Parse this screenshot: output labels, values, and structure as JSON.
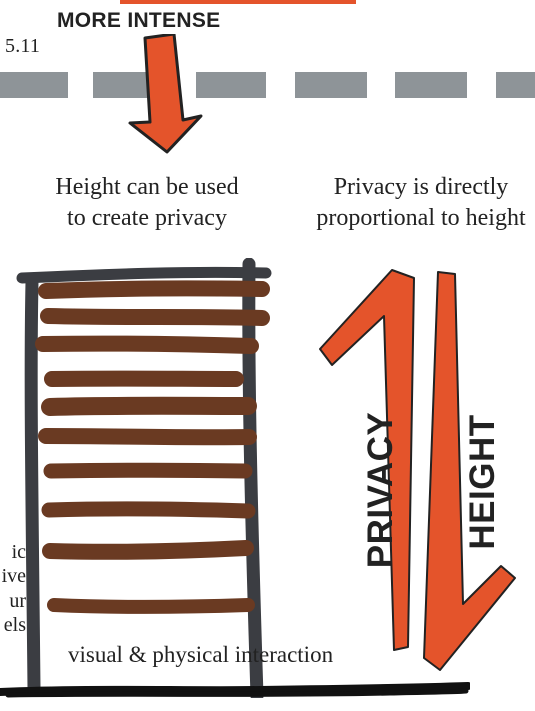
{
  "header": {
    "figure_number": "5.11",
    "intensity_label": "MORE INTENSE"
  },
  "captions": {
    "left": "Height can be used to create privacy",
    "right": "Privacy is directly proportional to height"
  },
  "annotations": {
    "interaction": "visual & physical interaction",
    "left_partial": "ic\nive\nur\nels"
  },
  "vertical_labels": {
    "privacy": "PRIVACY",
    "height": "HEIGHT"
  },
  "colors": {
    "accent": "#e4542b",
    "dash_gray": "#8e9498",
    "building_frame": "#3b3d42",
    "floor_brown": "#6a3a22",
    "ink": "#222222"
  }
}
